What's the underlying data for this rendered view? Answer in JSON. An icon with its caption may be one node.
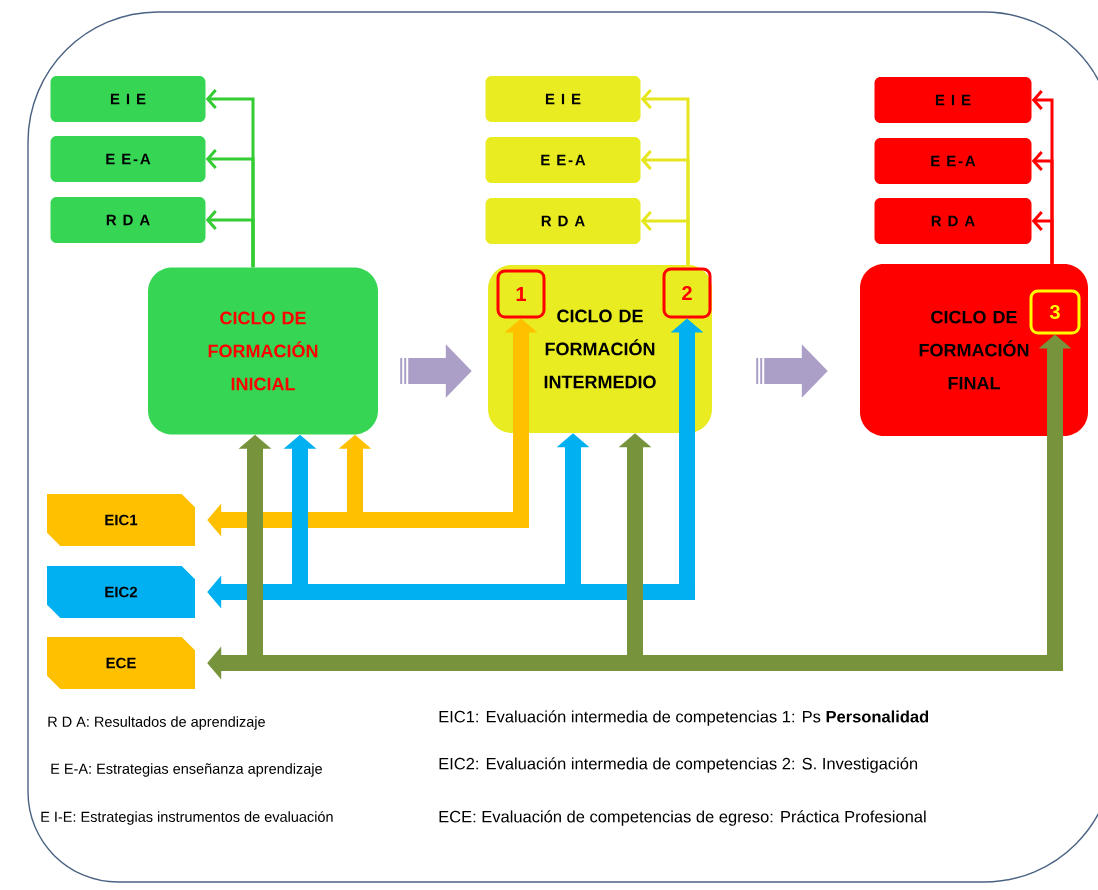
{
  "diagram": {
    "nodes": [
      {
        "text": [
          "E I E"
        ]
      },
      {
        "text": [
          "E E-A"
        ]
      },
      {
        "text": [
          "R D A"
        ]
      },
      {
        "text": [
          "CICLO DE FORMACIÓN INICIAL"
        ]
      },
      {
        "text": [
          "E I E"
        ]
      },
      {
        "text": [
          "E E-A"
        ]
      },
      {
        "text": [
          "R D A"
        ]
      },
      {
        "text": [
          "CICLO DE FORMACIÓN INTERMEDIO"
        ]
      },
      {
        "text": [
          "1"
        ],
        "in": 7
      },
      {
        "text": [
          "2"
        ],
        "in": 7
      },
      {
        "text": [
          "E I E"
        ]
      },
      {
        "text": [
          "E E-A"
        ]
      },
      {
        "text": [
          "R D A"
        ]
      },
      {
        "text": [
          "CICLO DE FORMACIÓN FINAL"
        ]
      },
      {
        "text": [
          "3"
        ],
        "in": 13
      },
      {
        "text": [
          "EIC1"
        ]
      },
      {
        "text": [
          "EIC2"
        ]
      },
      {
        "text": [
          "ECE"
        ]
      }
    ],
    "edges": [
      {
        "from": 3,
        "to": 0,
        "arrow": "to",
        "color": "#33cc33"
      },
      {
        "from": 3,
        "to": 1,
        "arrow": "to",
        "color": "#33cc33"
      },
      {
        "from": 3,
        "to": 2,
        "arrow": "to",
        "color": "#33cc33"
      },
      {
        "from": 7,
        "to": 4,
        "arrow": "to",
        "color": "#e6e61e"
      },
      {
        "from": 7,
        "to": 5,
        "arrow": "to",
        "color": "#e6e61e"
      },
      {
        "from": 7,
        "to": 6,
        "arrow": "to",
        "color": "#e6e61e"
      },
      {
        "from": 13,
        "to": 10,
        "arrow": "to",
        "color": "#ff0000"
      },
      {
        "from": 13,
        "to": 11,
        "arrow": "to",
        "color": "#ff0000"
      },
      {
        "from": 13,
        "to": 12,
        "arrow": "to",
        "color": "#ff0000"
      },
      {
        "from": 3,
        "to": 7,
        "arrow": "to",
        "color": "#ab9fc7"
      },
      {
        "from": 7,
        "to": 13,
        "arrow": "to",
        "color": "#ab9fc7"
      },
      {
        "from": 8,
        "to": 15,
        "arrow": "both",
        "color": "#ffc000"
      },
      {
        "from": 3,
        "to": 15,
        "arrow": "both",
        "color": "#ffc000"
      },
      {
        "from": 9,
        "to": 16,
        "arrow": "both",
        "color": "#00b0f0"
      },
      {
        "from": 7,
        "to": 16,
        "arrow": "both",
        "color": "#00b0f0"
      },
      {
        "from": 3,
        "to": 16,
        "arrow": "both",
        "color": "#00b0f0"
      },
      {
        "from": 14,
        "to": 17,
        "arrow": "both",
        "color": "#77933c"
      },
      {
        "from": 7,
        "to": 17,
        "arrow": "both",
        "color": "#77933c"
      },
      {
        "from": 3,
        "to": 17,
        "arrow": "both",
        "color": "#77933c"
      }
    ],
    "labels": [
      "R D A: Resultados de aprendizaje",
      "EIC1: Evaluación intermedia de competencias 1: Ps **Personalidad**",
      "E E-A: Estrategias enseñanza aprendizaje",
      "EIC2: Evaluación intermedia de competencias 2: S. Investigación",
      "E I-E: Estrategias instrumentos de evaluación",
      "ECE: Evaluación de competencias de egreso: Práctica Profesional"
    ]
  }
}
